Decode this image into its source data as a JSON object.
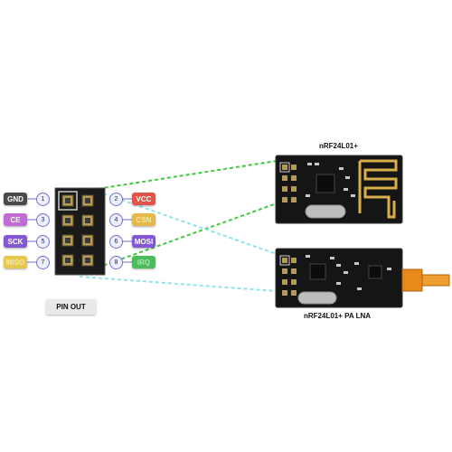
{
  "header_pins": {
    "left": [
      {
        "label": "GND",
        "number": "1",
        "color": "#4a4a4a"
      },
      {
        "label": "CE",
        "number": "3",
        "color": "#c26bd6"
      },
      {
        "label": "SCK",
        "number": "5",
        "color": "#8457d4"
      },
      {
        "label": "MISO",
        "number": "7",
        "color": "#e6c84a"
      }
    ],
    "right": [
      {
        "label": "VCC",
        "number": "2",
        "color": "#e05547"
      },
      {
        "label": "CSN",
        "number": "4",
        "color": "#e6b84a"
      },
      {
        "label": "MOSI",
        "number": "6",
        "color": "#8457d4"
      },
      {
        "label": "IRQ",
        "number": "8",
        "color": "#4cbb5a"
      }
    ]
  },
  "pinout_label": "PIN OUT",
  "modules": {
    "basic": {
      "title": "nRF24L01+"
    },
    "pa_lna": {
      "title": "nRF24L01+ PA LNA"
    }
  },
  "connector_colors": {
    "basic": "#3ccc3c",
    "pa_lna": "#8fe3ea"
  }
}
